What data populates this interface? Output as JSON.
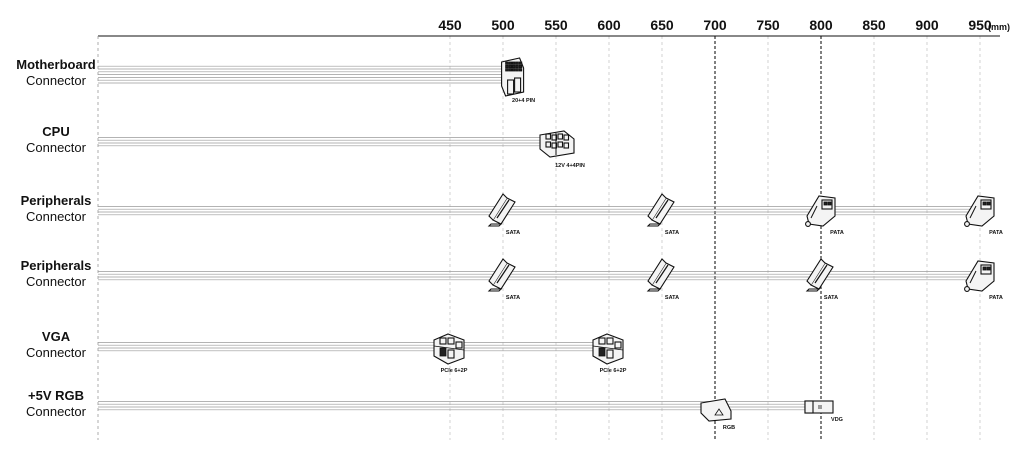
{
  "axis": {
    "ticks": [
      "450",
      "500",
      "550",
      "600",
      "650",
      "700",
      "750",
      "800",
      "850",
      "900",
      "950"
    ],
    "unit": "(mm)",
    "highlighted_ticks": [
      "700",
      "800"
    ]
  },
  "rows": [
    {
      "title": "Motherboard",
      "subtitle": "Connector",
      "connectors": [
        {
          "type": "atx24",
          "position_mm": 510,
          "label": "20+4 PIN"
        }
      ]
    },
    {
      "title": "CPU",
      "subtitle": "Connector",
      "connectors": [
        {
          "type": "eps8",
          "position_mm": 550,
          "label": "12V 4+4PIN"
        }
      ]
    },
    {
      "title": "Peripherals",
      "subtitle": "Connector",
      "connectors": [
        {
          "type": "sata",
          "position_mm": 500,
          "label": "SATA"
        },
        {
          "type": "sata",
          "position_mm": 650,
          "label": "SATA"
        },
        {
          "type": "pata",
          "position_mm": 800,
          "label": "PATA"
        },
        {
          "type": "pata",
          "position_mm": 950,
          "label": "PATA"
        }
      ]
    },
    {
      "title": "Peripherals",
      "subtitle": "Connector",
      "connectors": [
        {
          "type": "sata",
          "position_mm": 500,
          "label": "SATA"
        },
        {
          "type": "sata",
          "position_mm": 650,
          "label": "SATA"
        },
        {
          "type": "sata",
          "position_mm": 800,
          "label": "SATA"
        },
        {
          "type": "pata",
          "position_mm": 950,
          "label": "PATA"
        }
      ]
    },
    {
      "title": "VGA",
      "subtitle": "Connector",
      "connectors": [
        {
          "type": "pcie",
          "position_mm": 450,
          "label": "PCIe 6+2P"
        },
        {
          "type": "pcie",
          "position_mm": 600,
          "label": "PCIe 6+2P"
        }
      ]
    },
    {
      "title": "+5V RGB",
      "subtitle": "Connector",
      "connectors": [
        {
          "type": "rgb",
          "position_mm": 700,
          "label": "RGB"
        },
        {
          "type": "vdg",
          "position_mm": 800,
          "label": "VDG"
        }
      ]
    }
  ]
}
